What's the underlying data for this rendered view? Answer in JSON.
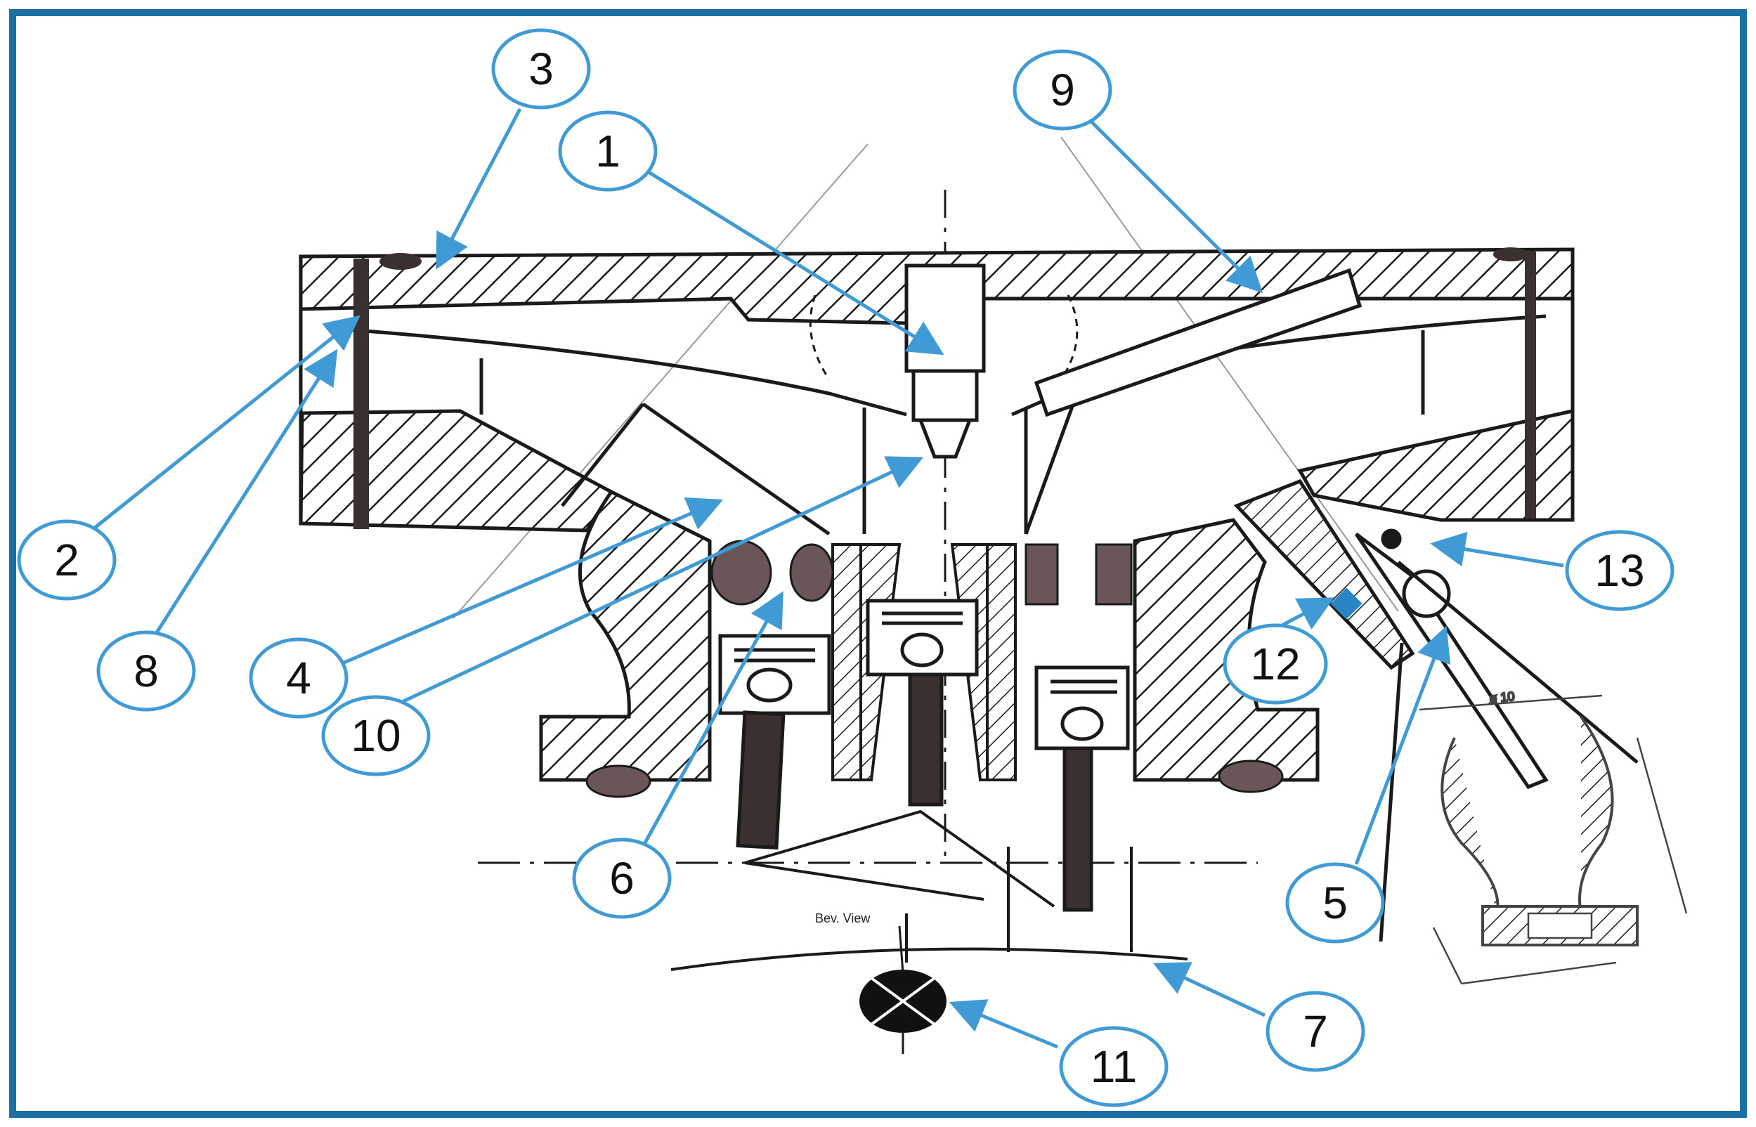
{
  "diagram": {
    "frame_color": "#1b6fa6",
    "arrow_color": "#3f9ad6",
    "callout_stroke": "#3f9ad6",
    "ink_color": "#1a1a1a",
    "rod_color": "#3a3030",
    "ball_color": "#6a5658",
    "labels": {
      "c1": "1",
      "c2": "2",
      "c3": "3",
      "c4": "4",
      "c5": "5",
      "c6": "6",
      "c7": "7",
      "c8": "8",
      "c9": "9",
      "c10": "10",
      "c11": "11",
      "c12": "12",
      "c13": "13"
    },
    "bev_view": "Bev. View"
  }
}
